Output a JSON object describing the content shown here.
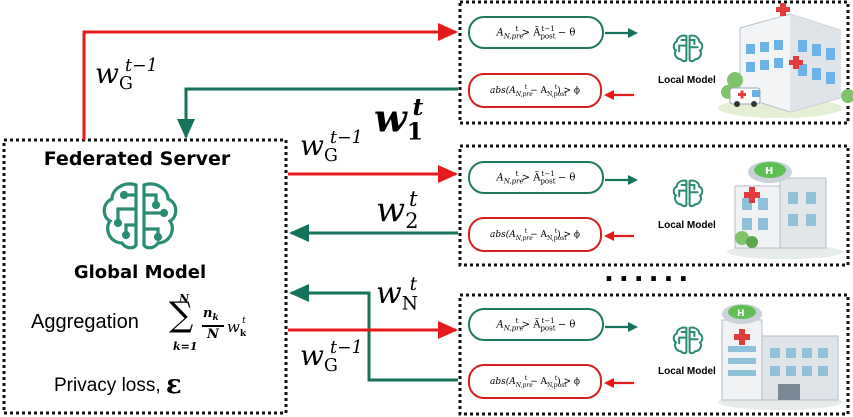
{
  "server": {
    "title": "Federated Server",
    "model_label": "Global Model",
    "aggregation_word": "Aggregation",
    "sum_upper": "N",
    "sum_lower": "k=1",
    "frac_num": "n",
    "frac_num_sub": "k",
    "frac_den": "N",
    "sum_term": "w",
    "sum_term_sub": "k",
    "sum_term_sup": "t",
    "privacy_text": "Privacy loss, ",
    "privacy_symbol": "ε"
  },
  "arrows": {
    "global_to_client1": {
      "w": "w",
      "sub": "G",
      "sup": "t−1"
    },
    "client1_to_server": {
      "w": "w",
      "sub": "1",
      "sup": "t"
    },
    "global_to_client2": {
      "w": "w",
      "sub": "G",
      "sup": "t−1"
    },
    "client2_to_server": {
      "w": "w",
      "sub": "2",
      "sup": "t"
    },
    "clientN_to_server": {
      "w": "w",
      "sub": "N",
      "sup": "t"
    },
    "global_to_clientN": {
      "w": "w",
      "sub": "G",
      "sup": "t−1"
    }
  },
  "clients": [
    {
      "cond_top": "A",
      "cond_top_rest": " > Ã",
      "cond_top_tail": " − θ",
      "cond_bottom": "abs(A",
      "cond_bottom_mid": " − A",
      "cond_bottom_tail": ") > ϕ",
      "local_label": "Local Model"
    },
    {
      "cond_top": "A",
      "cond_top_rest": " > Ã",
      "cond_top_tail": " − θ",
      "cond_bottom": "abs(A",
      "cond_bottom_mid": " − A",
      "cond_bottom_tail": ") > ϕ",
      "local_label": "Local Model"
    },
    {
      "cond_top": "A",
      "cond_top_rest": " > Ã",
      "cond_top_tail": " − θ",
      "cond_bottom": "abs(A",
      "cond_bottom_mid": " − A",
      "cond_bottom_tail": ") > ϕ",
      "local_label": "Local Model"
    }
  ],
  "sub_labels": {
    "npre": "N,pre",
    "post": "post",
    "npost": "N,post",
    "sup_t": "t",
    "sup_t1": "t−1"
  },
  "ellipsis": "......",
  "colors": {
    "red": "#e81919",
    "green": "#14735a",
    "icon": "#2a8c74",
    "border": "#111111"
  }
}
